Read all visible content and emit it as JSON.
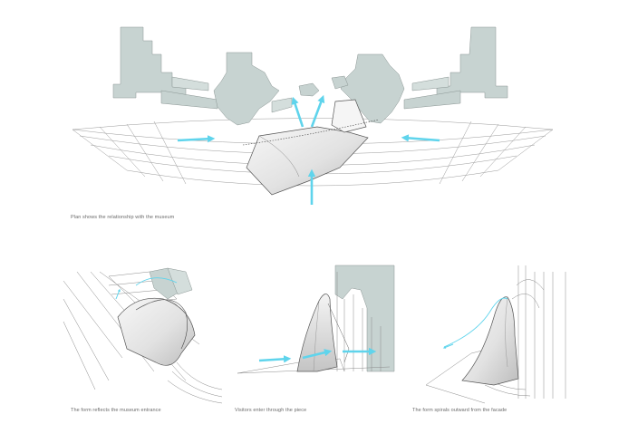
{
  "captions": {
    "main": "Plan shows the relationship with the museum",
    "detail_1": "The form reflects the museum entrance",
    "detail_2": "Visitors enter through the piece",
    "detail_3": "The form spirals outward from the facade"
  },
  "colors": {
    "building_fill": "#c7d3d1",
    "line": "#777777",
    "arrow": "#5fd4ec",
    "form_fill": "#e3e3e3"
  }
}
